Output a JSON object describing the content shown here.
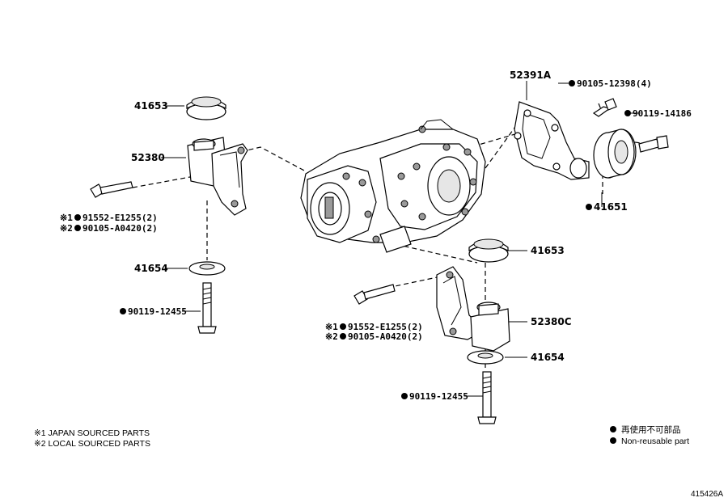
{
  "labels": {
    "p41653_top": "41653",
    "p52380": "52380",
    "p52391a": "52391A",
    "p90105_12398": "90105-12398(4)",
    "p90119_14186": "90119-14186",
    "p41651": "41651",
    "l91552_left": "91552-E1255(2)",
    "l90105_left": "90105-A0420(2)",
    "p41654_left": "41654",
    "p90119_left": "90119-12455",
    "p41653_right": "41653",
    "r91552": "91552-E1255(2)",
    "r90105": "90105-A0420(2)",
    "p52380c": "52380C",
    "p41654_right": "41654",
    "p90119_right": "90119-12455",
    "mark1": "※1",
    "mark2": "※2"
  },
  "notes": {
    "japan": "※1 JAPAN SOURCED PARTS",
    "local": "※2 LOCAL SOURCED PARTS"
  },
  "legend": {
    "jp": "再使用不可部品",
    "en": "Non-reusable part"
  },
  "diagram_code": "415426A"
}
